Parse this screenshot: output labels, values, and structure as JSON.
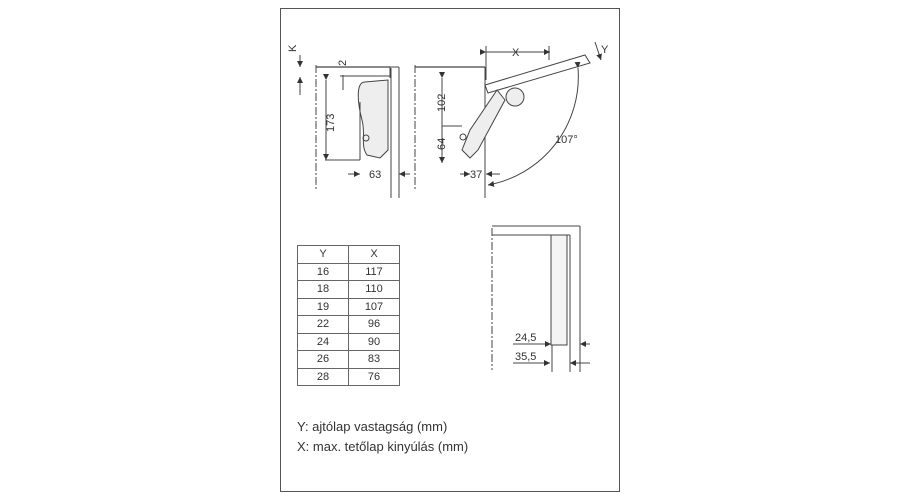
{
  "dimensions": {
    "k": "K",
    "two": "2",
    "h173": "173",
    "w63": "63",
    "x": "X",
    "y": "Y",
    "h102": "102",
    "h64": "64",
    "w37": "37",
    "angle": "107°",
    "d24": "24,5",
    "d35": "35,5"
  },
  "table": {
    "headers": [
      "Y",
      "X"
    ],
    "rows": [
      [
        "16",
        "117"
      ],
      [
        "18",
        "110"
      ],
      [
        "19",
        "107"
      ],
      [
        "22",
        "96"
      ],
      [
        "24",
        "90"
      ],
      [
        "26",
        "83"
      ],
      [
        "28",
        "76"
      ]
    ]
  },
  "legend": {
    "y_line": "Y: ajtólap vastagság (mm)",
    "x_line": "X: max. tetőlap kinyúlás (mm)"
  }
}
